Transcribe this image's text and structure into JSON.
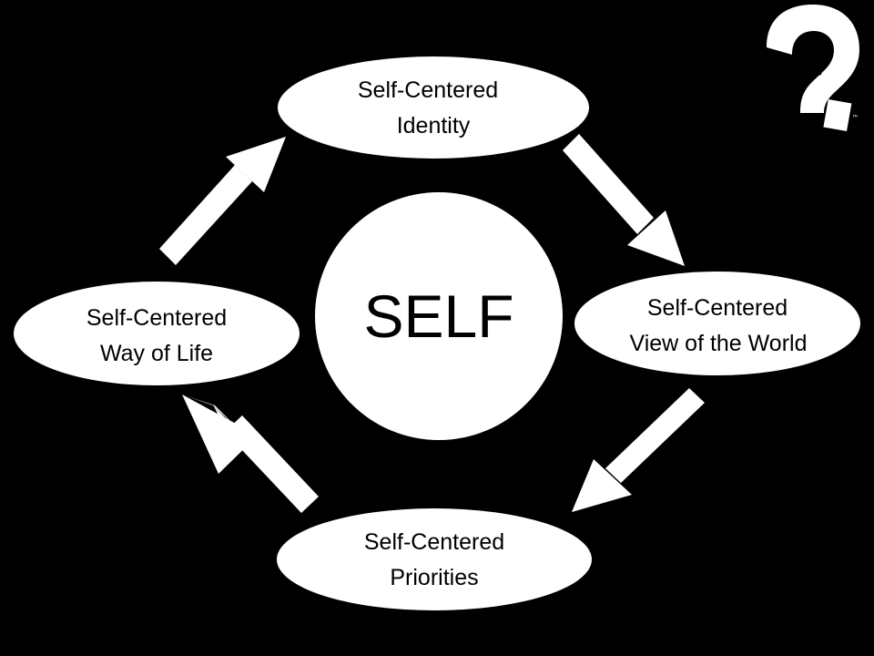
{
  "center": {
    "label": "SELF"
  },
  "nodes": {
    "identity": {
      "line1": "Self-Centered",
      "line2": "Identity"
    },
    "view_of_world": {
      "line1": "Self-Centered",
      "line2": "View of the World"
    },
    "priorities": {
      "line1": "Self-Centered",
      "line2": "Priorities"
    },
    "way_of_life": {
      "line1": "Self-Centered",
      "line2": "Way of Life"
    }
  },
  "colors": {
    "background": "#000000",
    "shape_fill": "#ffffff",
    "text": "#000000"
  },
  "icons": {
    "corner_logo": "question-mark-head-icon",
    "arrow": "cycle-arrow-icon"
  }
}
